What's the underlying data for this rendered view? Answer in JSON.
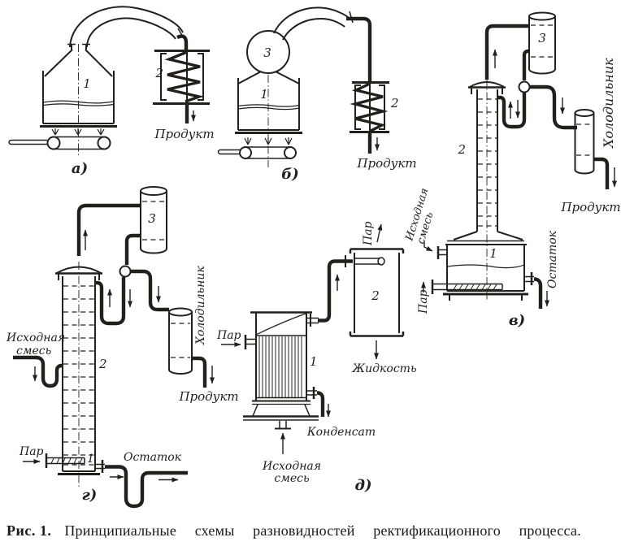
{
  "figure": {
    "caption_prefix": "Рис. 1.",
    "caption_text": "Принципиальные схемы разновидностей ректификационного процесса."
  },
  "colors": {
    "ink": "#23201b",
    "paper": "#ffffff"
  },
  "diagrams": {
    "a": {
      "label": "а)",
      "still": "1",
      "coil_condenser": "2",
      "product": "Продукт"
    },
    "b": {
      "label": "б)",
      "still": "1",
      "coil_condenser": "2",
      "sphere": "3",
      "product": "Продукт"
    },
    "v": {
      "label": "в)",
      "still": "1",
      "column": "2",
      "dephlegmator": "3",
      "cooler": "Холодильник",
      "product": "Продукт",
      "steam": "Пар",
      "residue": "Остаток",
      "feed_line1": "Исходная",
      "feed_line2": "смесь"
    },
    "g": {
      "label": "г)",
      "steam_pipe": "1",
      "column": "2",
      "dephlegmator": "3",
      "cooler": "Холодильник",
      "product": "Продукт",
      "steam": "Пар",
      "residue": "Остаток",
      "feed_line1": "Исходная",
      "feed_line2": "смесь"
    },
    "d": {
      "label": "д)",
      "evaporator": "1",
      "separator": "2",
      "steam_in": "Пар",
      "steam_out": "Пар",
      "liquid": "Жидкость",
      "condensate": "Конденсат",
      "feed_line1": "Исходная",
      "feed_line2": "смесь"
    }
  }
}
